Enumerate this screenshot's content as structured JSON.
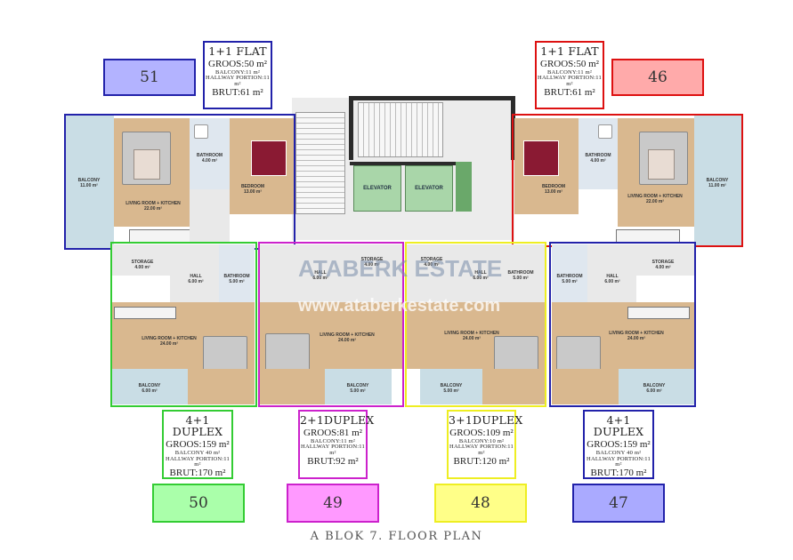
{
  "units": {
    "u51": {
      "number": "51",
      "title": "1+1 FLAT",
      "groos": "GROOS:50 m²",
      "balcony": "BALCONY:11 m²",
      "hallway": "HALLWAY PORTION:11 m²",
      "brut": "BRUT:61 m²",
      "color": "#2222aa",
      "fill": "#b3b3ff"
    },
    "u46": {
      "number": "46",
      "title": "1+1 FLAT",
      "groos": "GROOS:50 m²",
      "balcony": "BALCONY:11 m²",
      "hallway": "HALLWAY PORTION:11 m²",
      "brut": "BRUT:61 m²",
      "color": "#dd1111",
      "fill": "#ffaaaa"
    },
    "u50": {
      "number": "50",
      "title": "4+1 DUPLEX",
      "groos": "GROOS:159 m²",
      "balcony": "BALCONY 40 m²",
      "hallway": "HALLWAY PORTION:11 m²",
      "brut": "BRUT:170 m²",
      "color": "#33cc33",
      "fill": "#aaffaa"
    },
    "u49": {
      "number": "49",
      "title": "2+1DUPLEX",
      "groos": "GROOS:81 m²",
      "balcony": "BALCONY:11 m²",
      "hallway": "HALLWAY PORTION:11 m²",
      "brut": "BRUT:92 m²",
      "color": "#cc22cc",
      "fill": "#ff99ff"
    },
    "u48": {
      "number": "48",
      "title": "3+1DUPLEX",
      "groos": "GROOS:109 m²",
      "balcony": "BALCONY:10 m²",
      "hallway": "HALLWAY PORTION:11 m²",
      "brut": "BRUT:120 m²",
      "color": "#eeee22",
      "fill": "#ffff88"
    },
    "u47": {
      "number": "47",
      "title": "4+1 DUPLEX",
      "groos": "GROOS:159 m²",
      "balcony": "BALCONY 40 m²",
      "hallway": "HALLWAY PORTION:11 m²",
      "brut": "BRUT:170 m²",
      "color": "#2222aa",
      "fill": "#aaaaff"
    }
  },
  "rooms": {
    "balcony_top": "BALCONY\n11.00 m²",
    "living_top": "LIVING ROOM + KITCHEN\n22.00 m²",
    "bathroom_top": "BATHROOM\n4.00 m²",
    "bedroom_top": "BEDROOM\n13.00 m²",
    "storage_a": "STORAGE\n4.00 m²",
    "hall_a": "HALL\n6.00 m²",
    "bathroom_a": "BATHROOM\n5.00 m²",
    "living_a": "LIVING ROOM + KITCHEN\n24.00 m²",
    "balcony_a": "BALCONY\n6.00 m²",
    "balcony_b": "BALCONY\n5.00 m²",
    "elevator": "ELEVATOR"
  },
  "watermark": {
    "brand": "ATABERK ESTATE",
    "url": "www.ataberkestate.com"
  },
  "caption": "A BLOK 7. FLOOR PLAN"
}
